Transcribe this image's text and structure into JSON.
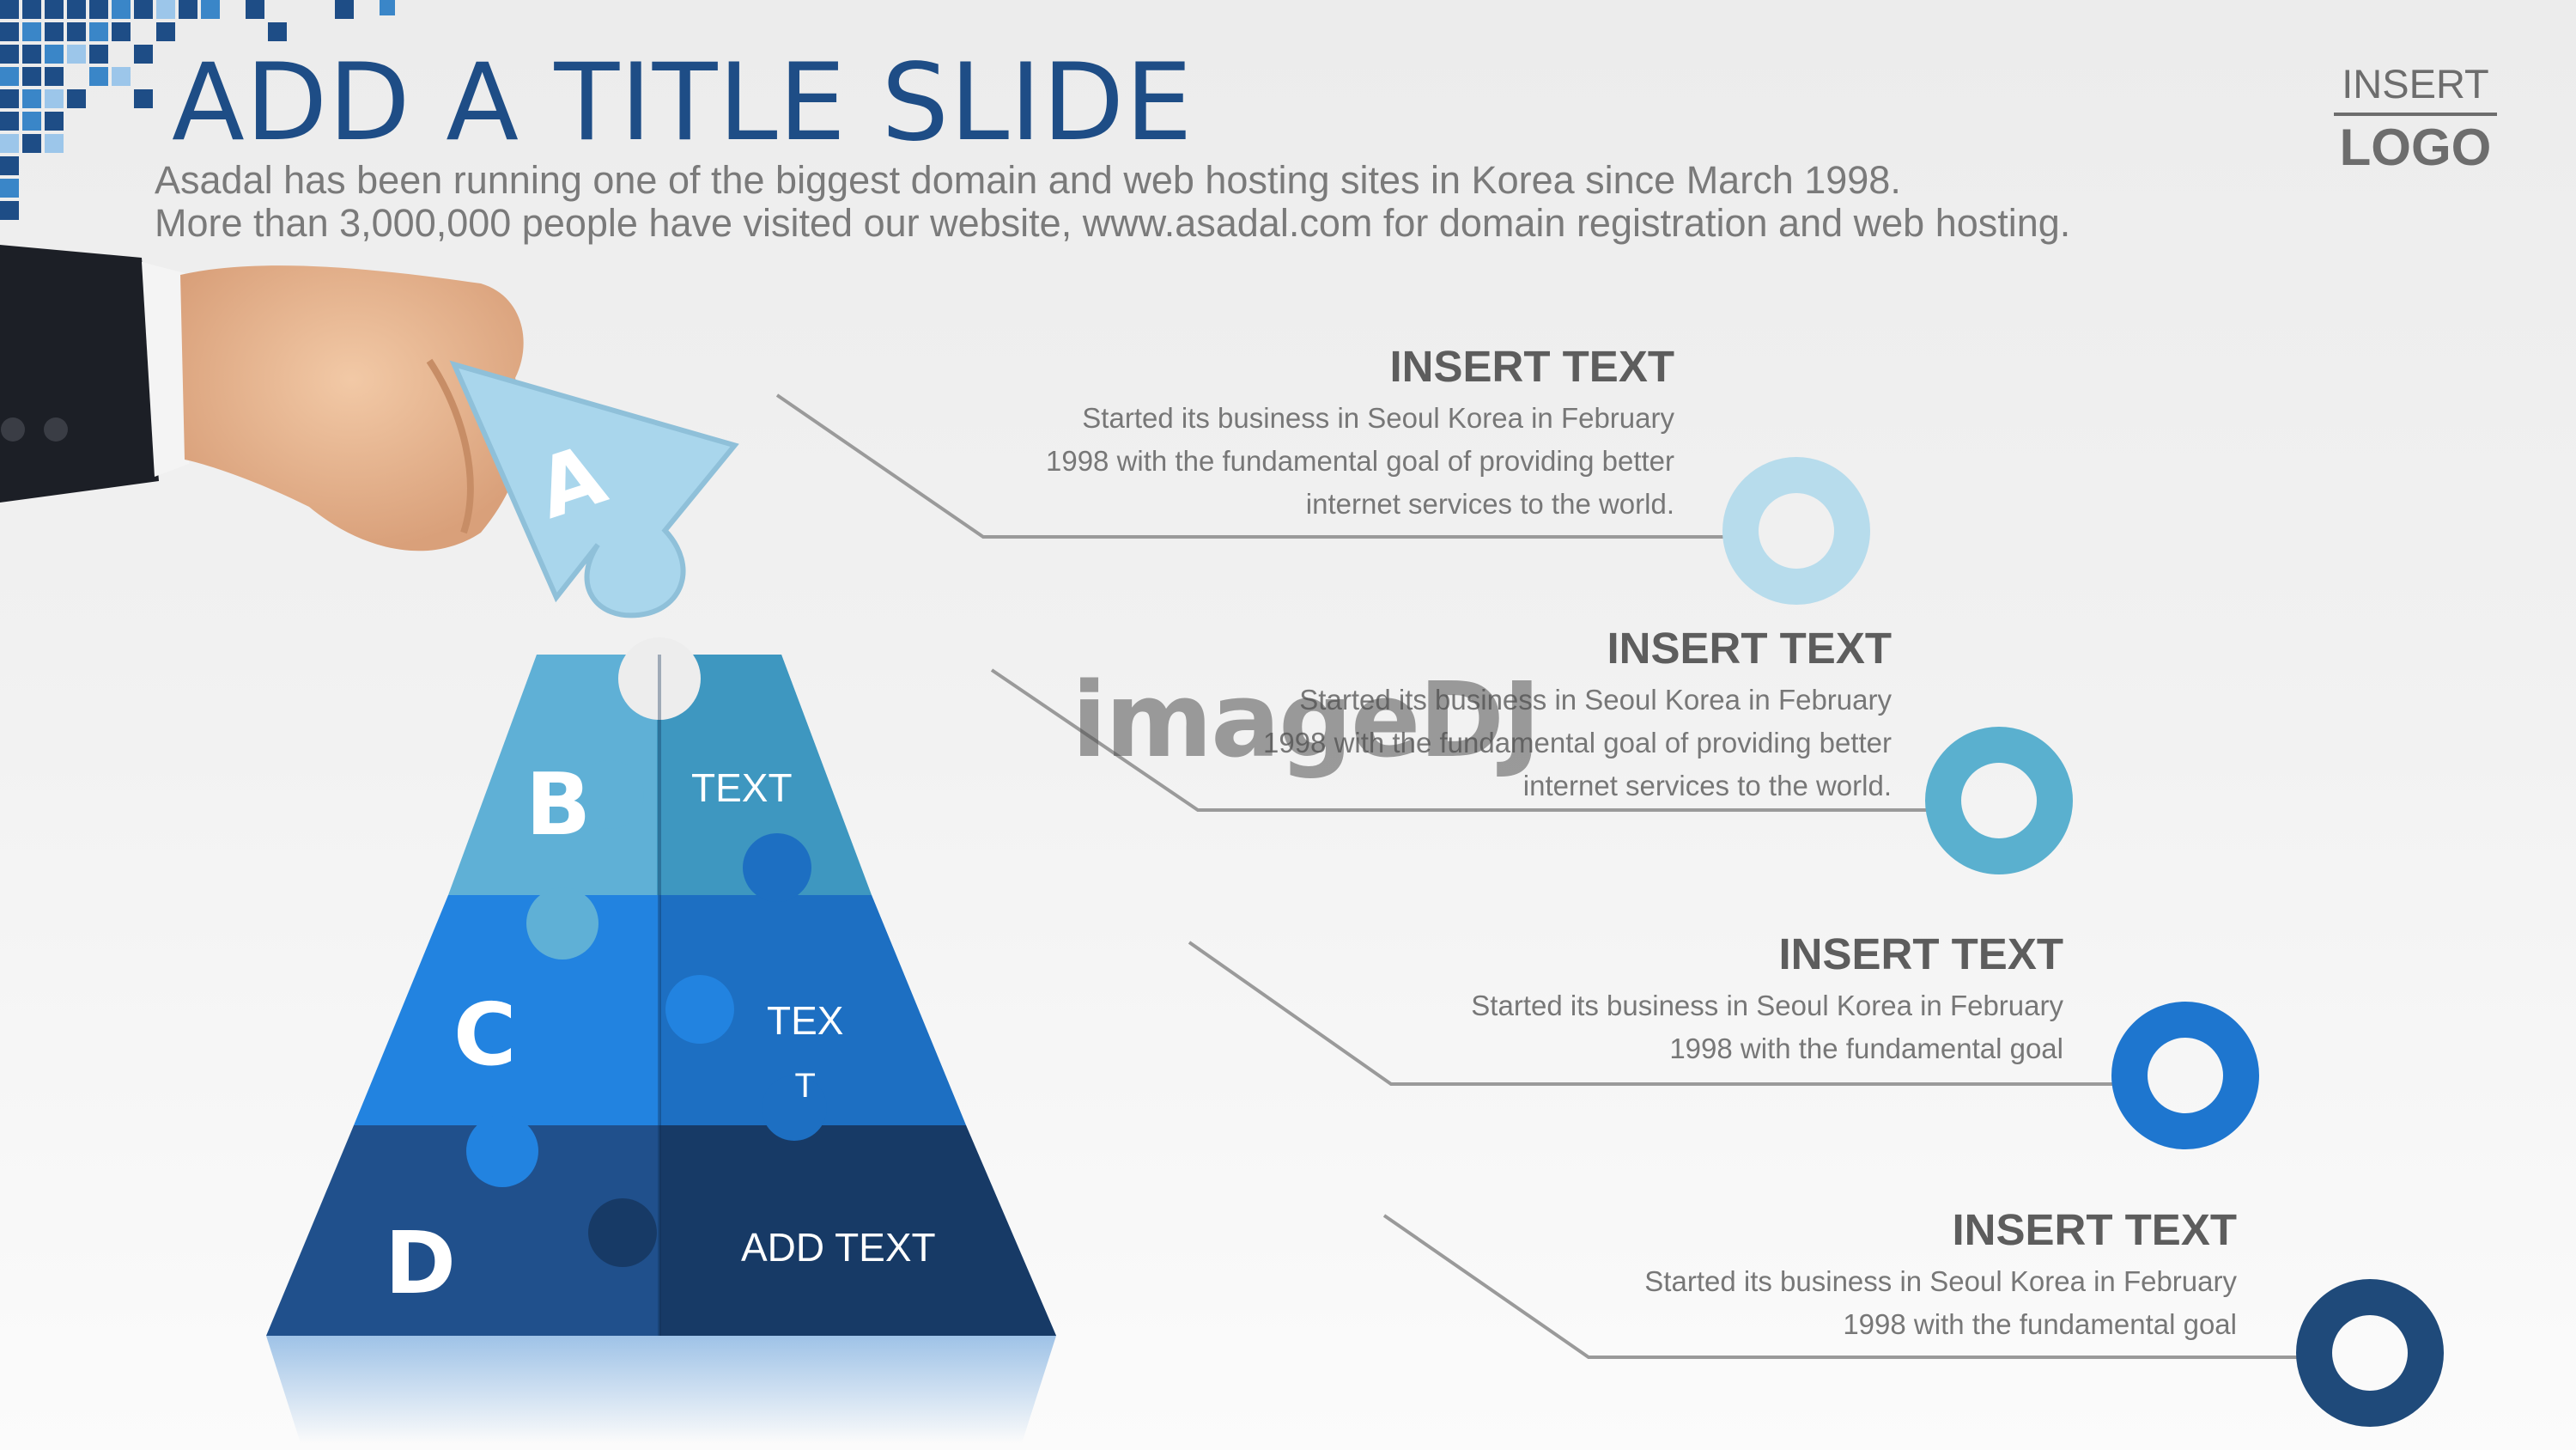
{
  "header": {
    "title": "ADD A TITLE SLIDE",
    "subtitle_line1": "Asadal has been running one of the biggest domain and web hosting sites in Korea since March 1998.",
    "subtitle_line2": "More than 3,000,000 people have visited our website,  www.asadal.com for domain registration and web hosting."
  },
  "logo": {
    "line1": "INSERT",
    "line2": "LOGO"
  },
  "puzzle": {
    "piece_a": "A",
    "piece_b": "B",
    "piece_c": "C",
    "piece_d": "D",
    "text_b": "TEXT",
    "text_c_line1": "TEX",
    "text_c_line2": "T",
    "text_d": "ADD TEXT"
  },
  "items": [
    {
      "heading": "INSERT TEXT",
      "line1": "Started its business in Seoul Korea in February",
      "line2": "1998 with the fundamental goal of providing better",
      "line3": "internet services to the world.",
      "color": "#b7dcec"
    },
    {
      "heading": "INSERT TEXT",
      "line1": "Started its business in Seoul Korea in February",
      "line2": "1998 with the fundamental goal of providing better",
      "line3": "internet services to the world.",
      "color": "#5ab0cf"
    },
    {
      "heading": "INSERT TEXT",
      "line1": "Started its business in Seoul Korea in February",
      "line2": "1998 with the fundamental goal",
      "color": "#1e76cf"
    },
    {
      "heading": "INSERT TEXT",
      "line1": "Started its business in Seoul Korea in February",
      "line2": "1998 with the fundamental goal",
      "color": "#1f4a7a"
    }
  ],
  "watermark": "imageDJ"
}
